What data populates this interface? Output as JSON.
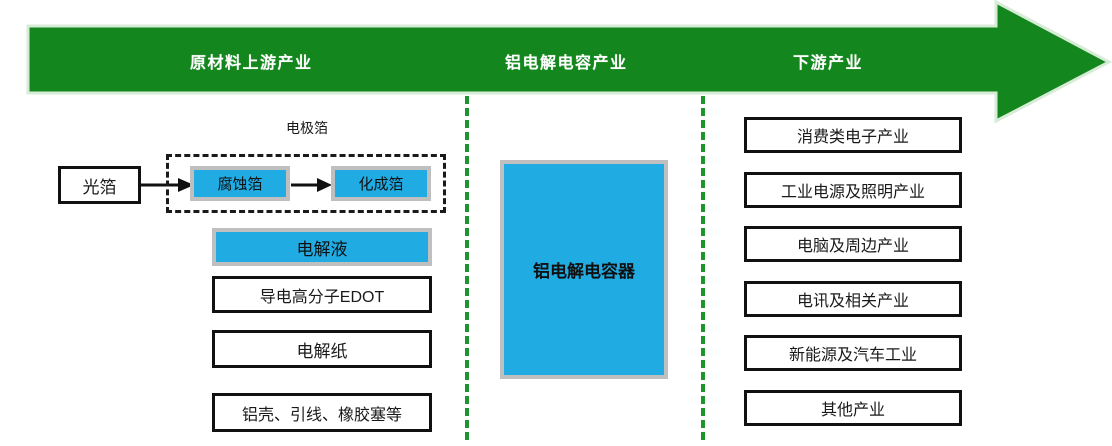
{
  "header": {
    "shape": "right-arrow-banner",
    "color": "#13871D",
    "outline_color": "#CFE8CF",
    "labels": [
      {
        "id": "upstream",
        "text": "原材料上游产业"
      },
      {
        "id": "midstream",
        "text": "铝电解电容产业"
      },
      {
        "id": "downstream",
        "text": "下游产业"
      }
    ]
  },
  "dividers": {
    "color": "#1E9431",
    "style": "dashed",
    "count": 2
  },
  "colors": {
    "green": "#13871D",
    "blue": "#21ABE3",
    "blue_border_gray": "#BFBFBF",
    "box_border": "#111111",
    "divider_green": "#1E9431"
  },
  "upstream": {
    "source_box": {
      "label": "光箔",
      "style": "white"
    },
    "group": {
      "label": "电极箔",
      "style": "dashed-outline",
      "items": [
        {
          "label": "腐蚀箔",
          "style": "blue"
        },
        {
          "label": "化成箔",
          "style": "blue"
        }
      ],
      "flow": "腐蚀箔 → 化成箔"
    },
    "materials": [
      {
        "label": "电解液",
        "style": "blue"
      },
      {
        "label": "导电高分子EDOT",
        "style": "white"
      },
      {
        "label": "电解纸",
        "style": "white"
      },
      {
        "label": "铝壳、引线、橡胶塞等",
        "style": "white"
      }
    ]
  },
  "midstream": {
    "product": {
      "label": "铝电解电容器",
      "style": "blue"
    }
  },
  "downstream": {
    "applications": [
      {
        "label": "消费类电子产业"
      },
      {
        "label": "工业电源及照明产业"
      },
      {
        "label": "电脑及周边产业"
      },
      {
        "label": "电讯及相关产业"
      },
      {
        "label": "新能源及汽车工业"
      },
      {
        "label": "其他产业"
      }
    ]
  }
}
